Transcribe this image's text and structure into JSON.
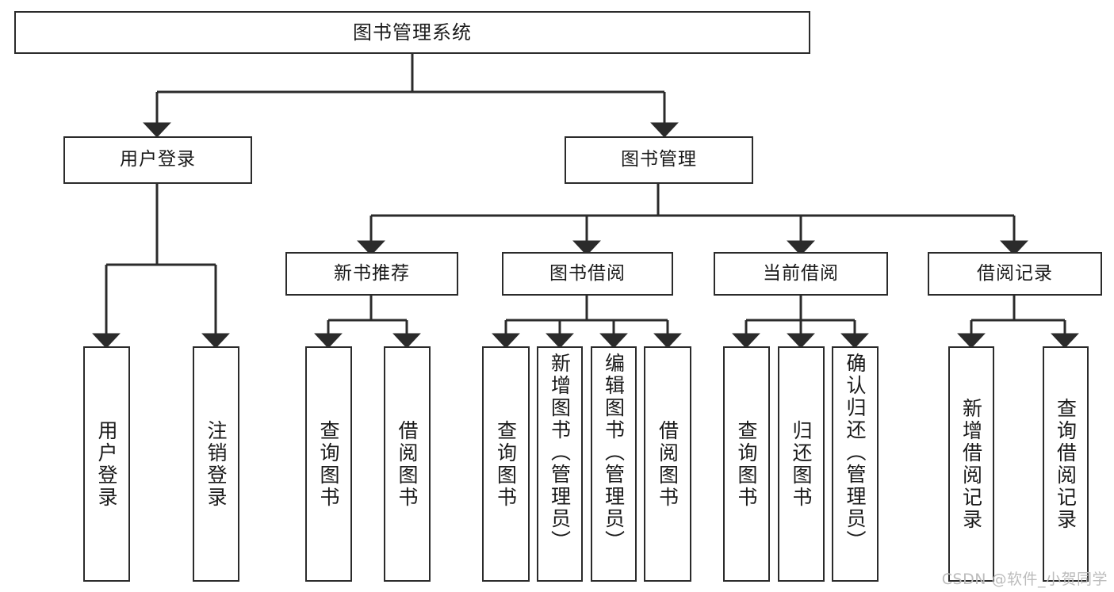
{
  "diagram": {
    "type": "hierarchy-tree",
    "title": "图书管理系统",
    "root": {
      "label": "图书管理系统"
    },
    "level1": [
      {
        "label": "用户登录"
      },
      {
        "label": "图书管理"
      }
    ],
    "level2": [
      {
        "label": "新书推荐"
      },
      {
        "label": "图书借阅"
      },
      {
        "label": "当前借阅"
      },
      {
        "label": "借阅记录"
      }
    ],
    "leaves": {
      "user_login": [
        {
          "label": "用户登录"
        },
        {
          "label": "注销登录"
        }
      ],
      "new_book_recommend": [
        {
          "label": "查询图书"
        },
        {
          "label": "借阅图书"
        }
      ],
      "book_borrow": [
        {
          "label": "查询图书"
        },
        {
          "label": "新增图书（管理员）"
        },
        {
          "label": "编辑图书（管理员）"
        },
        {
          "label": "借阅图书"
        }
      ],
      "current_borrow": [
        {
          "label": "查询图书"
        },
        {
          "label": "归还图书"
        },
        {
          "label": "确认归还（管理员）"
        }
      ],
      "borrow_record": [
        {
          "label": "新增借阅记录"
        },
        {
          "label": "查询借阅记录"
        }
      ]
    }
  },
  "watermark": {
    "text": "CSDN @软件_小贺同学"
  },
  "colors": {
    "stroke": "#2b2b2b",
    "background": "#ffffff",
    "text": "#1a1a1a",
    "watermark": "#bcbcbc"
  }
}
